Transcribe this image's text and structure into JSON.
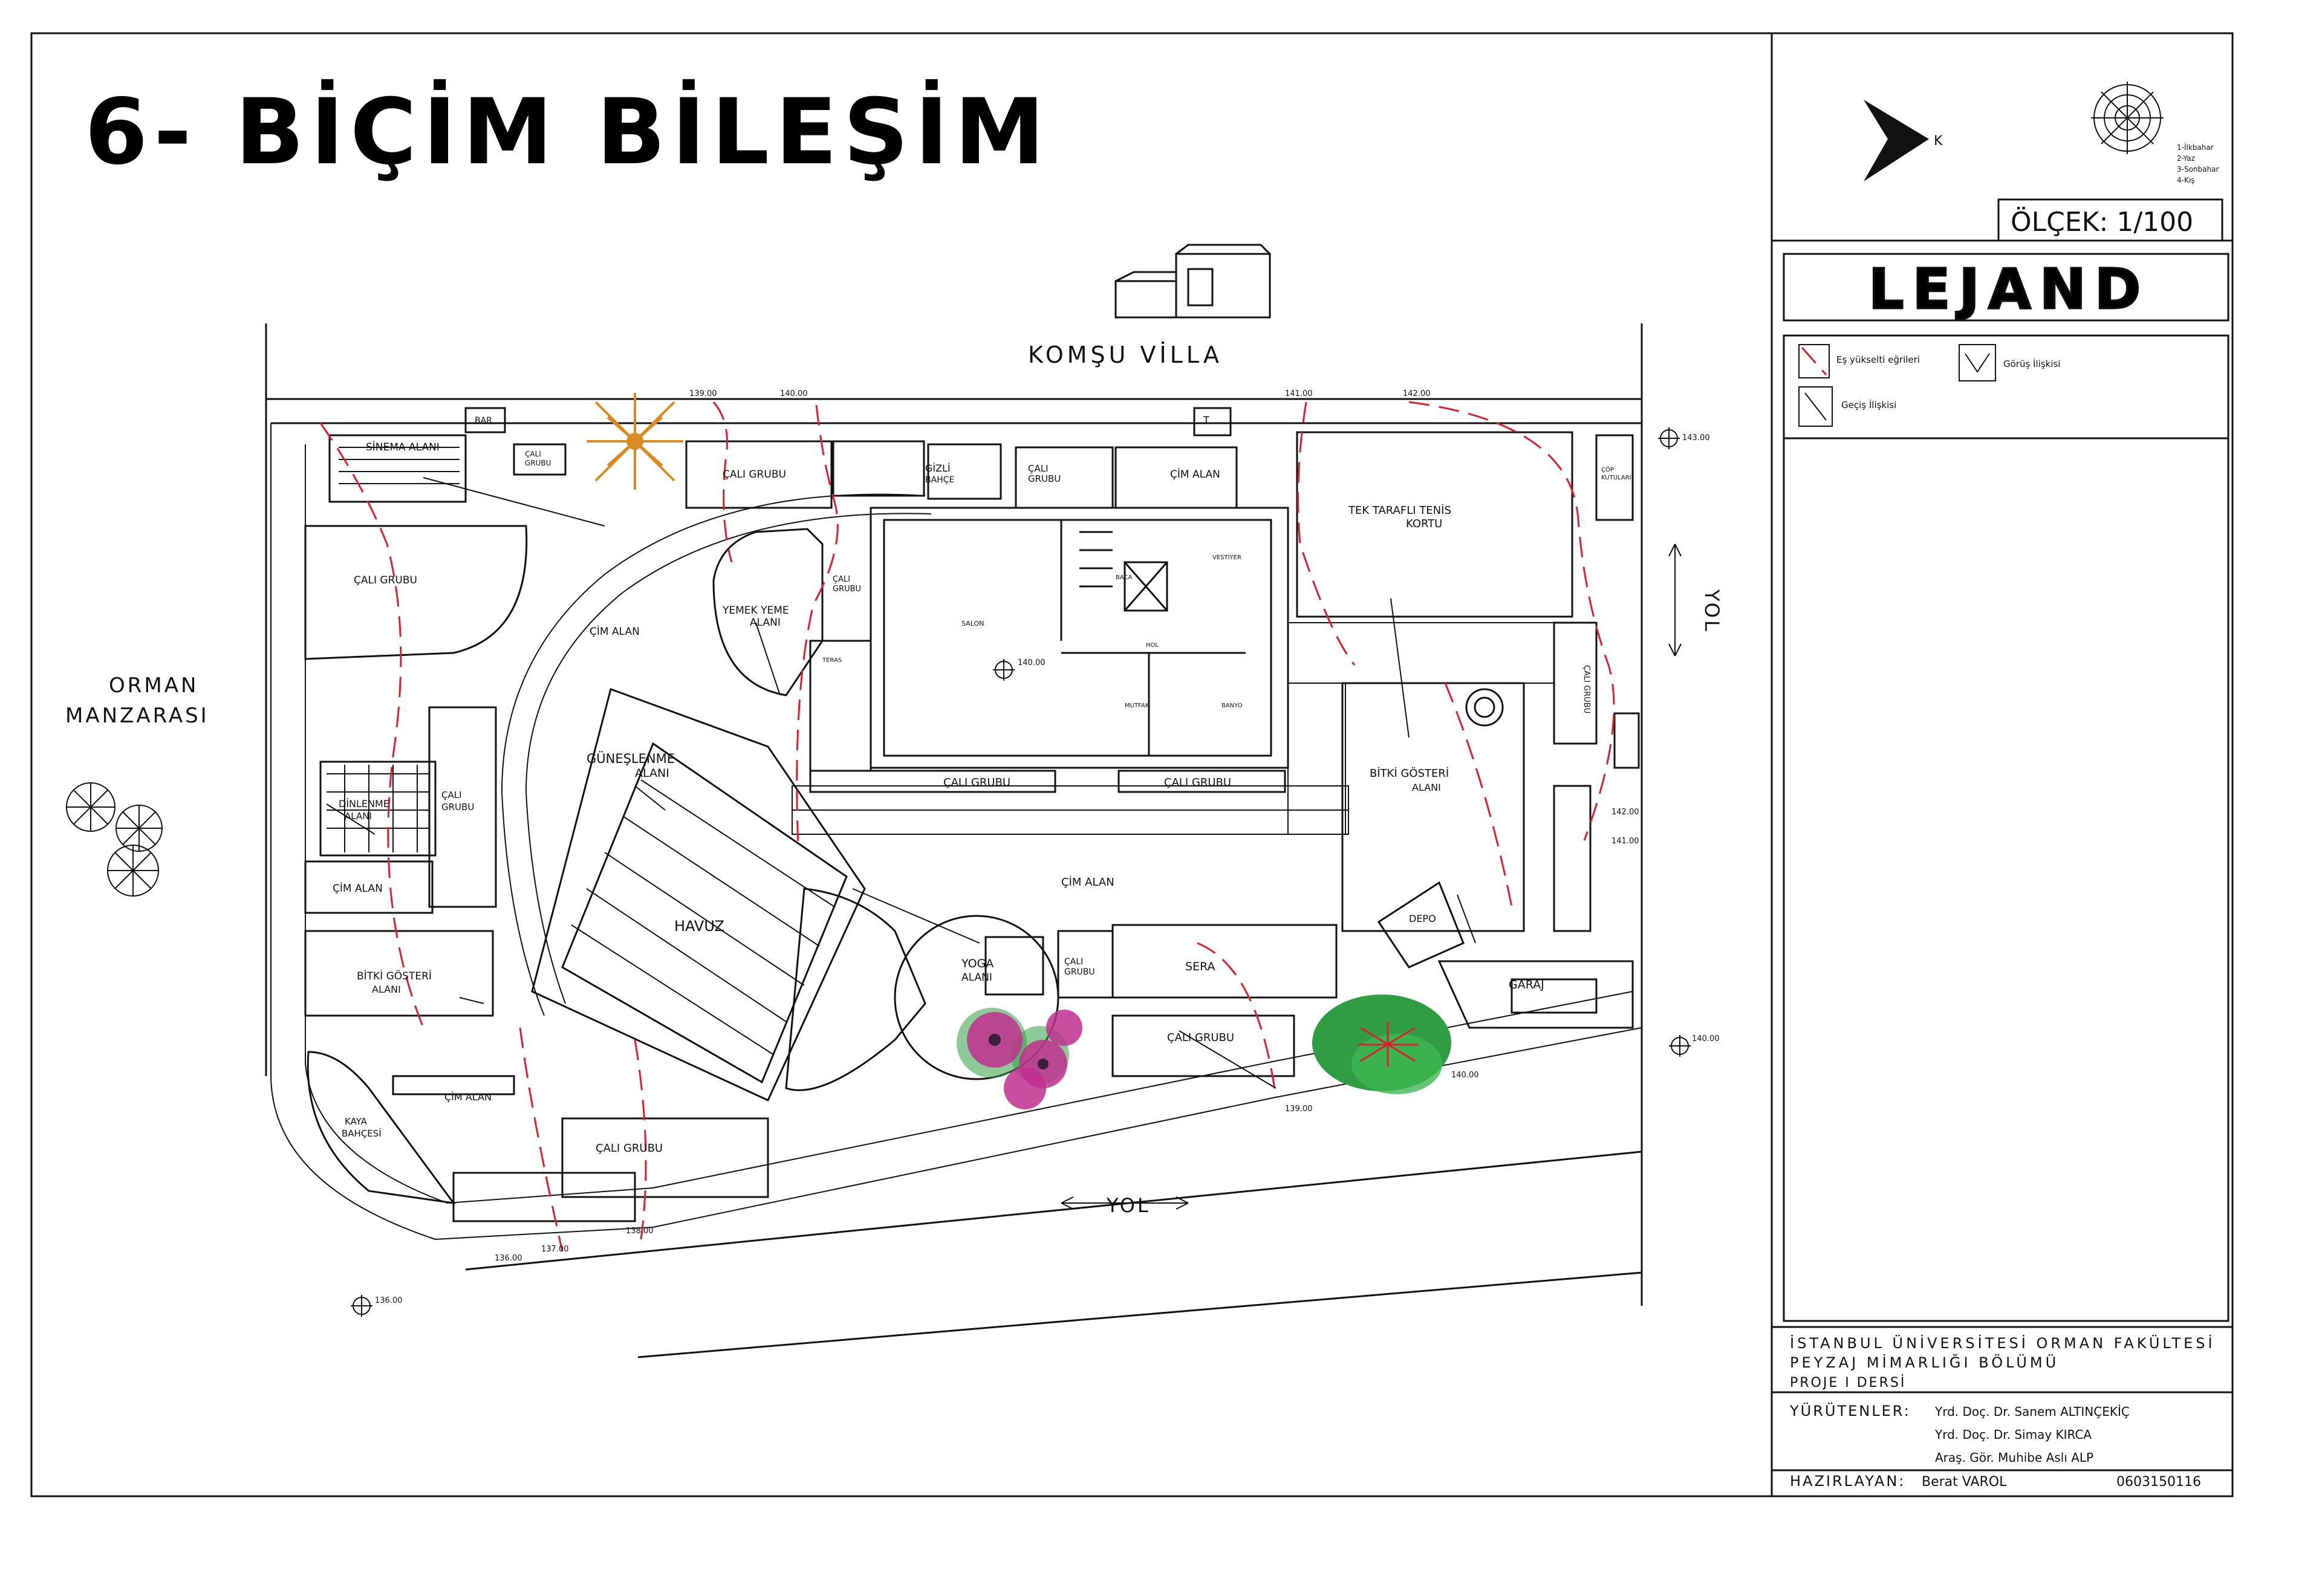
{
  "title": "6- BİÇİM BİLEŞİM",
  "scale": "ÖLÇEK: 1/100",
  "north": "K",
  "season_legend": [
    "1-İlkbahar",
    "2-Yaz",
    "3-Sonbahar",
    "4-Kış"
  ],
  "legend": {
    "title": "LEJAND",
    "items": [
      "Eş yükselti eğrileri",
      "Görüş İlişkisi",
      "Geçiş İlişkisi"
    ]
  },
  "context_labels": {
    "neighbor": "KOMŞU VİLLA",
    "forest_view": [
      "ORMAN",
      "MANZARASI"
    ],
    "road_bottom": "YOL",
    "road_right": "YOL"
  },
  "areas": {
    "sinema": "SİNEMA ALANI",
    "bar": "BAR",
    "cali_small": [
      "ÇALI",
      "GRUBU"
    ],
    "cali_top": "ÇALI GRUBU",
    "gizli": [
      "GİZLİ",
      "BAHÇE"
    ],
    "cali_mid": [
      "ÇALI",
      "GRUBU"
    ],
    "cim_top": "ÇİM ALAN",
    "t": "T",
    "tenis": [
      "TEK TARAFLI TENİS",
      "KORTU"
    ],
    "cop": [
      "ÇÖP",
      "KUTULARI"
    ],
    "cali_left": "ÇALI GRUBU",
    "cim_alan_1": "ÇİM ALAN",
    "yemek": [
      "YEMEK YEME",
      "ALANI"
    ],
    "cali_house": [
      "ÇALI",
      "GRUBU"
    ],
    "salon": "SALON",
    "baca": "BACA",
    "vestiyer": "VESTİYER",
    "hol": "HOL",
    "mutfak": "MUTFAK",
    "banyo": "BANYO",
    "teras": "TERAS",
    "cali_right": "ÇALI GRUBU",
    "gunes": [
      "GÜNEŞLENME",
      "ALANI"
    ],
    "cali_g1": "ÇALI GRUBU",
    "cali_g2": "ÇALI GRUBU",
    "bitki_right": [
      "BİTKİ GÖSTERİ",
      "ALANI"
    ],
    "dinlenme": [
      "DİNLENME",
      "ALANI"
    ],
    "cali_grubu_v": [
      "ÇALI",
      "GRUBU"
    ],
    "cim_alan_2": "ÇİM ALAN",
    "havuz": "HAVUZ",
    "cim_alan_3": "ÇİM ALAN",
    "yoga": [
      "YOGA",
      "ALANI"
    ],
    "cali_yoga": [
      "ÇALI",
      "GRUBU"
    ],
    "sera": "SERA",
    "depo": "DEPO",
    "garaj": "GARAJ",
    "bitki_left": [
      "BİTKİ GÖSTERİ",
      "ALANI"
    ],
    "cali_bottom": "ÇALI GRUBU",
    "cali_low": "ÇALI GRUBU",
    "cim_alan_4": "ÇİM ALAN",
    "kaya": [
      "KAYA",
      "BAHÇESİ"
    ]
  },
  "elevations": {
    "e139": "139.00",
    "e140a": "140.00",
    "e141a": "141.00",
    "e142a": "142.00",
    "e143": "143.00",
    "salon": "140.00",
    "e142b": "142.00",
    "e141b": "141.00",
    "e140b": "140.00",
    "e140c": "140.00",
    "e139b": "139.00",
    "e138": "138.00",
    "e137": "137.00",
    "e136": "136.00",
    "e136b": "136.00"
  },
  "info_block": {
    "university": "İSTANBUL ÜNİVERSİTESİ ORMAN FAKÜLTESİ",
    "department": "PEYZAJ MİMARLIĞI BÖLÜMÜ",
    "course": "PROJE I DERSİ",
    "supervisors_label": "YÜRÜTENLER:",
    "supervisors": [
      "Yrd. Doç. Dr. Sanem ALTINÇEKİÇ",
      "Yrd. Doç. Dr. Simay KIRCA",
      "Araş. Gör. Muhibe Aslı ALP"
    ],
    "prepared_label": "HAZIRLAYAN:",
    "prepared_by": "Berat VAROL",
    "student_no": "0603150116"
  },
  "colors": {
    "contour": "#d8202e",
    "accent_tree": "#d98a20",
    "flower": "#c02f8e",
    "green": "#2f9e43"
  }
}
